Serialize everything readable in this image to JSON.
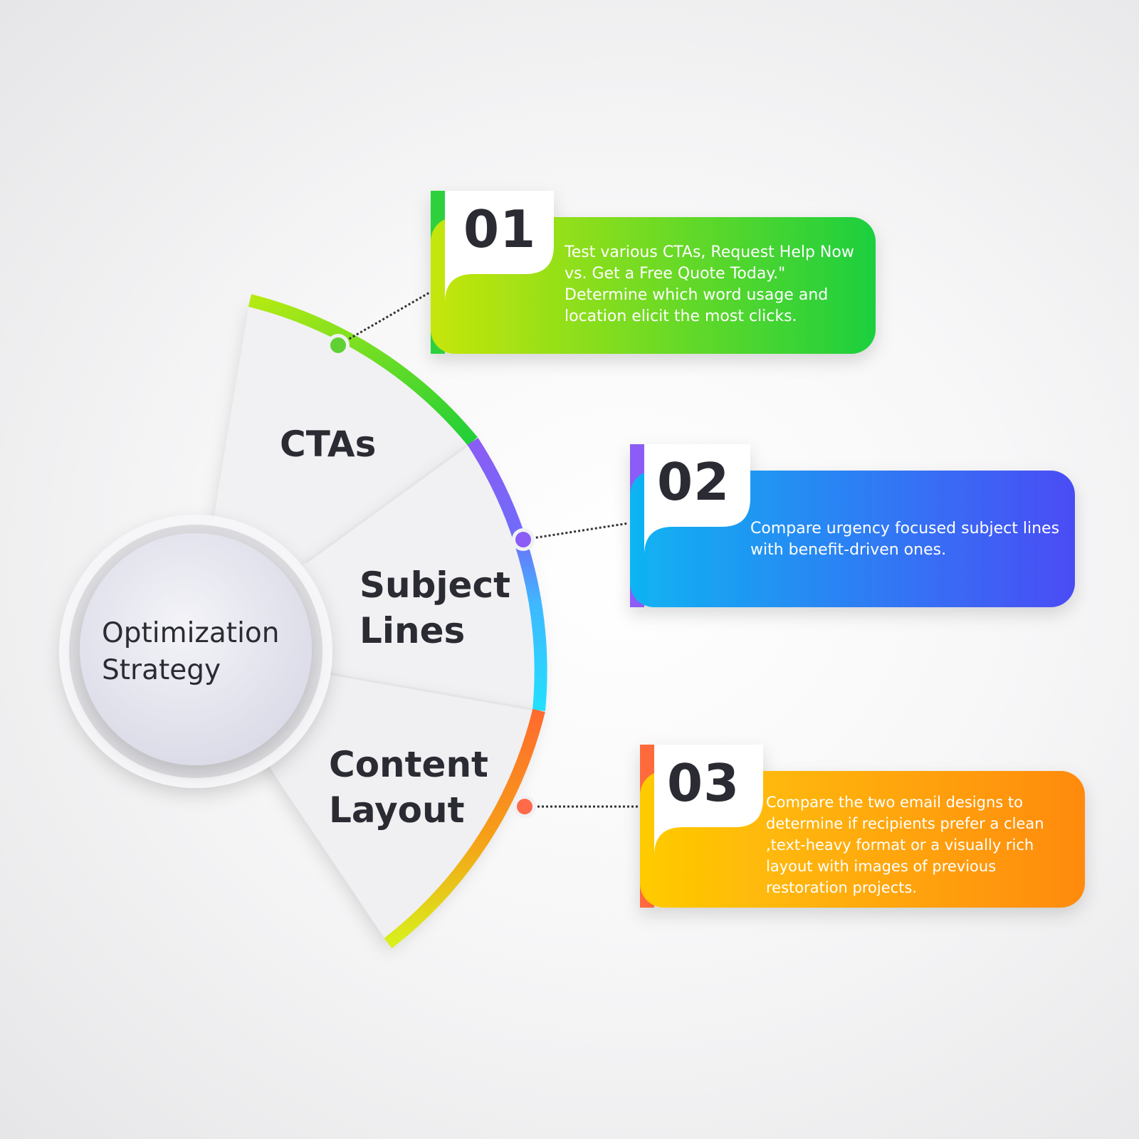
{
  "center": {
    "line1": "Optimization",
    "line2": "Strategy"
  },
  "segments": [
    {
      "line1": "CTAs",
      "line2": ""
    },
    {
      "line1": "Subject",
      "line2": "Lines"
    },
    {
      "line1": "Content",
      "line2": "Layout"
    }
  ],
  "cards": [
    {
      "number": "01",
      "text": "Test various CTAs, Request Help Now vs. Get a Free Quote Today.\" Determine which word usage and location elicit the most clicks.",
      "color_from": "#c6e60a",
      "color_to": "#1ccf3e",
      "accent": "#2fd13c"
    },
    {
      "number": "02",
      "text": "Compare urgency focused subject lines with benefit-driven ones.",
      "color_from": "#0fb4f2",
      "color_to": "#4a4cf5",
      "accent": "#8b5cf6"
    },
    {
      "number": "03",
      "text": "Compare the two email designs to determine if recipients prefer a clean ,text-heavy format or a visually rich layout with images of previous restoration projects.",
      "color_from": "#ffcb05",
      "color_to": "#ff8a0d",
      "accent": "#ff6a3c"
    }
  ],
  "colors": {
    "text_dark": "#2b2b33",
    "arc_green": "#38cc2e",
    "arc_purple": "#8b5cf6",
    "arc_cyan": "#22d8ff",
    "arc_orange": "#ff6d2e",
    "arc_yellow": "#d6f01a"
  }
}
